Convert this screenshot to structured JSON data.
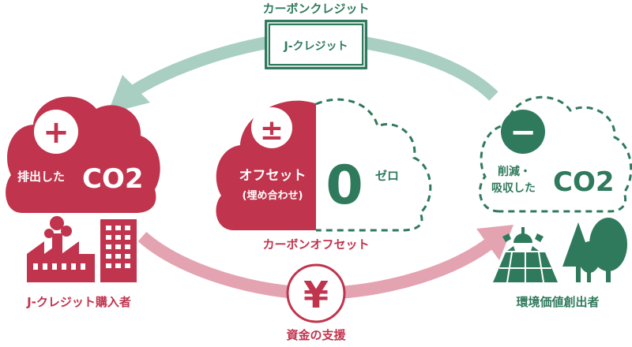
{
  "colors": {
    "red": "#c0344d",
    "green": "#2f7a5c",
    "green_arrow": "#a9cfc2",
    "pink_arrow": "#e4a3b0",
    "note_fill": "#ffffff"
  },
  "credit_flow": {
    "label": "カーボンクレジット",
    "note_text": "J-クレジット"
  },
  "emitter": {
    "symbol": "+",
    "text": "排出した",
    "co2": "CO2",
    "caption": "J-クレジット購入者",
    "icons": [
      "factory-icon",
      "office-building-icon"
    ]
  },
  "offset": {
    "symbol": "±",
    "line1": "オフセット",
    "line2": "(埋め合わせ)",
    "zero": "0",
    "zero_label": "ゼロ",
    "caption": "カーボンオフセット"
  },
  "reducer": {
    "symbol": "−",
    "line1": "削減・",
    "line2": "吸収した",
    "co2": "CO2",
    "caption": "環境価値創出者",
    "icons": [
      "solar-panel-icon",
      "forest-icon"
    ]
  },
  "funding": {
    "symbol": "¥",
    "label": "資金の支援"
  }
}
